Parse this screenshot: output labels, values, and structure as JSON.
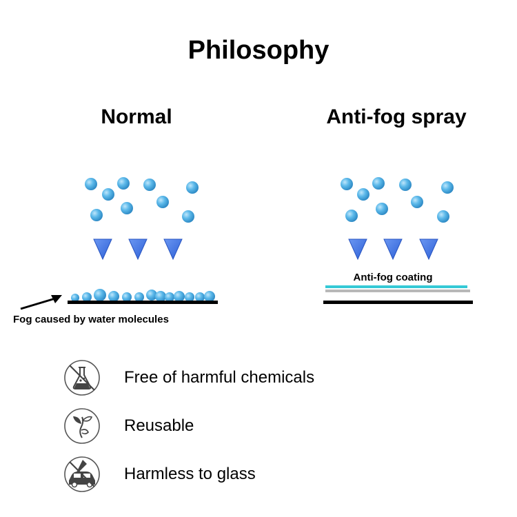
{
  "title": "Philosophy",
  "panels": {
    "normal": {
      "heading": "Normal",
      "label": "Fog caused by water molecules"
    },
    "antifog": {
      "heading": "Anti-fog spray",
      "label": "Anti-fog coating"
    }
  },
  "benefits": [
    {
      "icon": "no-flask-icon",
      "text": "Free of harmful chemicals"
    },
    {
      "icon": "sprout-icon",
      "text": "Reusable"
    },
    {
      "icon": "no-car-scratch-icon",
      "text": "Harmless to glass"
    }
  ],
  "colors": {
    "droplet": "#3fa9e0",
    "droplet_highlight": "#bfe6fb",
    "arrow": "#3f73e8",
    "coating": "#35c9d6",
    "icon_gray": "#444444"
  }
}
